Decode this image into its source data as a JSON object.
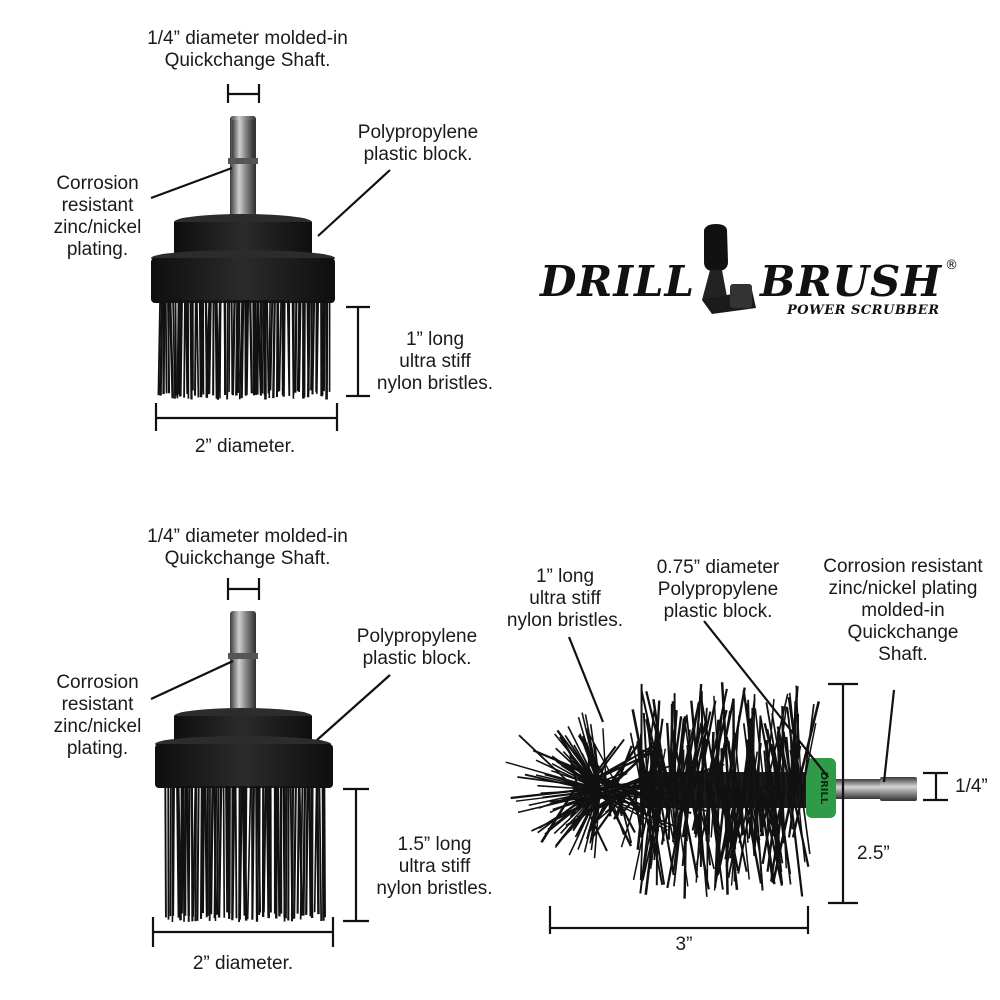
{
  "brand": {
    "word_left": "DRILL",
    "word_right": "BRUSH",
    "registered": "®",
    "tagline": "POWER SCRUBBER",
    "mascot_icon": "drill-icon"
  },
  "brush_top": {
    "shaft_label": "1/4” diameter molded-in\nQuickchange Shaft.",
    "plating_label": "Corrosion\nresistant\nzinc/nickel\nplating.",
    "block_label": "Polypropylene\nplastic block.",
    "bristle_label": "1” long\nultra stiff\nnylon bristles.",
    "diameter_label": "2” diameter."
  },
  "brush_bottom": {
    "shaft_label": "1/4” diameter molded-in\nQuickchange Shaft.",
    "plating_label": "Corrosion\nresistant\nzinc/nickel\nplating.",
    "block_label": "Polypropylene\nplastic block.",
    "bristle_label": "1.5” long\nultra stiff\nnylon bristles.",
    "diameter_label": "2” diameter."
  },
  "brush_side": {
    "bristle_label": "1” long\nultra stiff\nnylon bristles.",
    "block_label": "0.75” diameter\nPolypropylene\nplastic block.",
    "plating_label": "Corrosion resistant\nzinc/nickel plating\nmolded-in\nQuickchange\nShaft.",
    "shaft_dim": "1/4”",
    "height_dim": "2.5”",
    "length_dim": "3”",
    "collar_text": "DRILL"
  },
  "colors": {
    "ink": "#1a1a1a",
    "bristle": "#141414",
    "block": "#1c1c1c",
    "shaft": "#6b6b6b",
    "collar_green": "#2f9a48"
  }
}
